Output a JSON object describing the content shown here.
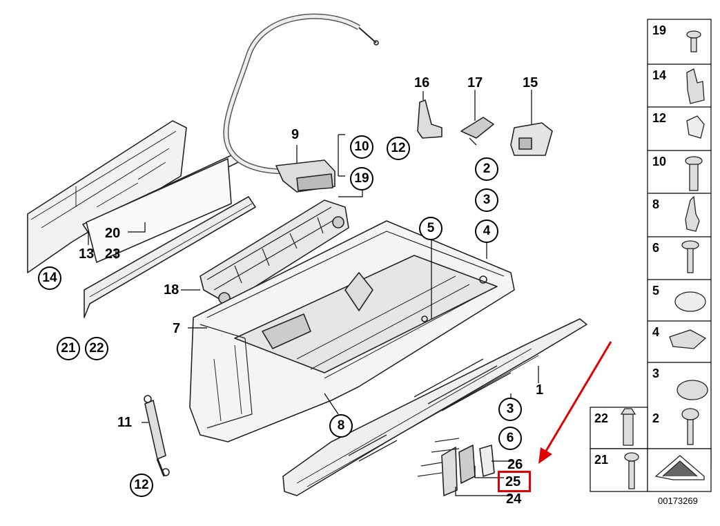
{
  "diagram_id": "00173269",
  "labels": {
    "l9": "9",
    "l16": "16",
    "l17": "17",
    "l15": "15",
    "l20": "20",
    "l13": "13",
    "l23": "23",
    "l18": "18",
    "l7": "7",
    "l11": "11",
    "l1": "1",
    "l26": "26",
    "l25": "25",
    "l24": "24"
  },
  "callouts": {
    "c10": "10",
    "c19": "19",
    "c12a": "12",
    "c2": "2",
    "c3a": "3",
    "c4": "4",
    "c5": "5",
    "c14": "14",
    "c21": "21",
    "c22": "22",
    "c8": "8",
    "c3b": "3",
    "c6": "6",
    "c12b": "12"
  },
  "parts_panel": {
    "cells": [
      "19",
      "14",
      "12",
      "10",
      "8",
      "6",
      "5",
      "4",
      "3",
      "2",
      "22",
      "21"
    ]
  },
  "highlight": {
    "label": "25",
    "color": "#e00000"
  }
}
